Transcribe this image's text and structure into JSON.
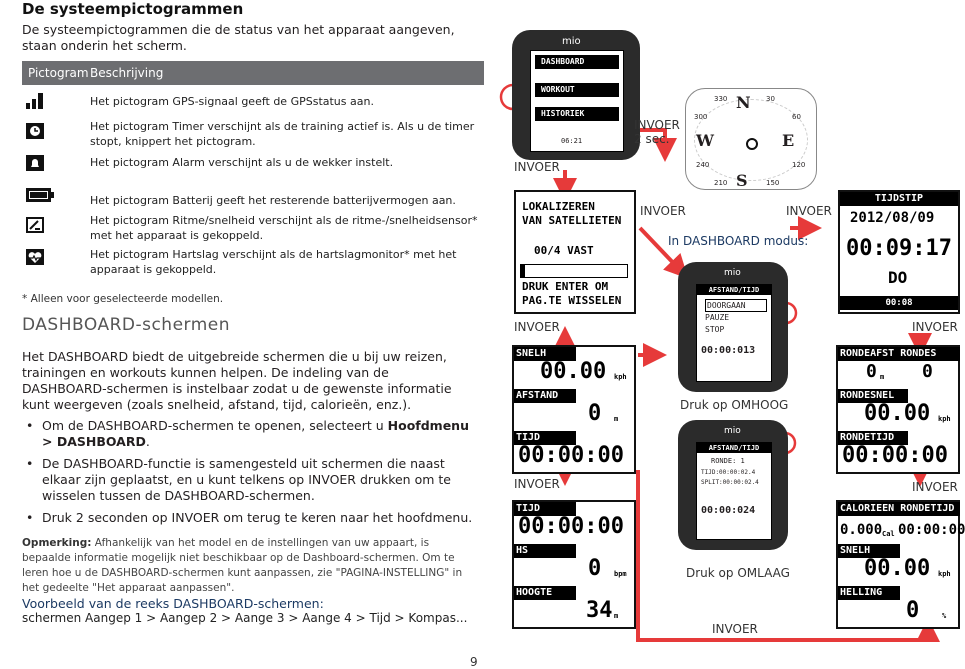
{
  "title": "De systeempictogrammen",
  "intro": "De systeempictogrammen die de status van het apparaat aangeven, staan onderin het scherm.",
  "table": {
    "col_pictogram": "Pictogram",
    "col_beschrijving": "Beschrijving",
    "rows": [
      {
        "icon": "gps-signal-icon",
        "text": "Het pictogram GPS-signaal geeft de GPSstatus aan."
      },
      {
        "icon": "timer-icon",
        "text": "Het pictogram Timer verschijnt als de training actief is. Als u de timer stopt, knippert het pictogram."
      },
      {
        "icon": "alarm-bell-icon",
        "text": "Het pictogram Alarm verschijnt als u de wekker instelt."
      },
      {
        "icon": "battery-icon",
        "text": "Het pictogram Batterij geeft het resterende batterijvermogen aan."
      },
      {
        "icon": "cadence-sensor-icon",
        "text": "Het pictogram Ritme/snelheid verschijnt als de ritme-/snelheidsensor* met het apparaat is gekoppeld."
      },
      {
        "icon": "heart-rate-icon",
        "text": "Het pictogram Hartslag verschijnt als de hartslagmonitor* met het apparaat is gekoppeld."
      }
    ]
  },
  "footnote": "* Alleen voor geselecteerde modellen.",
  "section_title": "DASHBOARD-schermen",
  "section_para": "Het DASHBOARD biedt de uitgebreide schermen die u bij uw reizen, trainingen en workouts kunnen helpen. De indeling van de DASHBOARD-schermen is instelbaar zodat u de gewenste informatie kunt weergeven (zoals snelheid, afstand, tijd, calorieën, enz.).",
  "bullets": {
    "b1_pre": "Om de DASHBOARD-schermen te openen, selecteert u ",
    "b1_bold": "Hoofdmenu > DASHBOARD",
    "b1_post": ".",
    "b2": "De DASHBOARD-functie is samengesteld uit schermen die naast elkaar zijn geplaatst, en u kunt telkens op INVOER drukken om te wisselen tussen de DASHBOARD-schermen.",
    "b3": "Druk 2 seconden op INVOER om terug te keren naar het hoofdmenu."
  },
  "opmerking_label": "Opmerking:",
  "opmerking_text": " Afhankelijk van het model en de instellingen van uw appaart, is bepaalde informatie mogelijk niet beschikbaar op de Dashboard-schermen. Om te leren hoe u de DASHBOARD-schermen kunt aanpassen, zie \"PAGINA-INSTELLING\" in het gedeelte \"Het apparaat aanpassen\".",
  "example_title": "Voorbeeld van de reeks DASHBOARD-schermen:",
  "example_seq": "schermen Aangep 1 > Aangep 2 > Aange 3 > Aange 4 > Tijd > Kompas...",
  "page_number": "9",
  "labels": {
    "invoer": "INVOER",
    "invoer_2sec_1": "INVOER",
    "invoer_2sec_2": "2 sec.",
    "in_dashboard": "In DASHBOARD modus:",
    "druk_omhoog": "Druk op OMHOOG",
    "druk_omlaag": "Druk op OMLAAG"
  },
  "device_main": {
    "brand": "mio",
    "items": [
      "DASHBOARD",
      "WORKOUT",
      "HISTORIEK"
    ],
    "time": "06:21"
  },
  "compass": {
    "n": "N",
    "e": "E",
    "s": "S",
    "w": "W",
    "t330": "330",
    "t30": "30",
    "t300": "300",
    "t60": "60",
    "t240": "240",
    "t120": "120",
    "t210": "210",
    "t150": "150"
  },
  "sat_screen": {
    "l1": "LOKALIZEREN",
    "l2": "VAN SATELLIETEN",
    "l3": "00/4 VAST",
    "l4": "DRUK ENTER OM",
    "l5": "PAG.TE WISSELEN"
  },
  "time_screen": {
    "title": "TIJDSTIP",
    "date": "2012/08/09",
    "time": "00:09:17",
    "ampm": "DO",
    "bottom": "00:08"
  },
  "screen1": {
    "l1": "SNELH",
    "v1": "00.00",
    "u1": "kph",
    "l2": "AFSTAND",
    "v2": "0",
    "u2": "m",
    "l3": "TIJD",
    "v3": "00:00:00"
  },
  "screen2": {
    "l1": "TIJD",
    "v1": "00:00:00",
    "l2": "HS",
    "v2": "0",
    "u2": "bpm",
    "l3": "HOOGTE",
    "v3": "34",
    "u3": "m"
  },
  "screen3": {
    "l1": "RONDEAFST",
    "l1b": "RONDES",
    "v1a": "0",
    "v1au": "m",
    "v1b": "0",
    "l2": "RONDESNEL",
    "v2": "00.00",
    "u2": "kph",
    "l3": "RONDETIJD",
    "v3": "00:00:00"
  },
  "screen4": {
    "l1": "CALORIEEN",
    "l1b": "RONDETIJD",
    "v1a": "0.000",
    "v1au": "Cal",
    "v1b": "00:00:00",
    "l2": "SNELH",
    "v2": "00.00",
    "u2": "kph",
    "l3": "HELLING",
    "v3": "0",
    "u3": "%"
  },
  "device_up": {
    "brand": "mio",
    "title": "AFSTAND/TIJD",
    "m1": "DOORGAAN",
    "m2": "PAUZE",
    "m3": "STOP",
    "val": "00:00:013"
  },
  "device_down": {
    "brand": "mio",
    "title": "AFSTAND/TIJD",
    "r1": "RONDE: 1",
    "r2": "TIJD:00:00:02.4",
    "r3": "SPLIT:00:00:02.4",
    "val": "00:00:024"
  }
}
